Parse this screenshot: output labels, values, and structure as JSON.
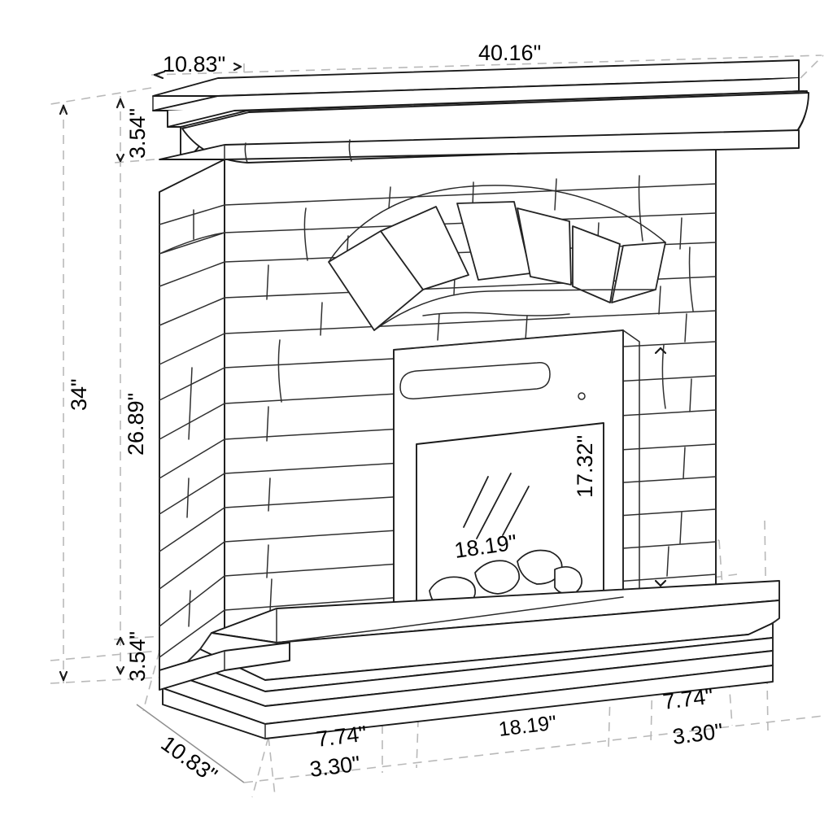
{
  "drawing": {
    "title": "Stone Electric Fireplace Mantel - Dimensioned Isometric Drawing",
    "units": "inches",
    "background_color": "#ffffff",
    "line_color": "#1a1a1a",
    "dimension_line_color": "#b9b9b9",
    "text_color": "#000000"
  },
  "dimensions": {
    "overall_width": "40.16\"",
    "overall_depth_top": "10.83\"",
    "overall_depth_bottom": "10.83\"",
    "overall_height": "34\"",
    "mantel_top_thickness": "3.54\"",
    "body_height": "26.89\"",
    "base_height": "3.54\"",
    "firebox_height": "17.32\"",
    "firebox_width_front": "18.19\"",
    "firebox_width_bottom": "18.19\"",
    "left_leg_width": "7.74\"",
    "left_leg_inner": "3.30\"",
    "right_leg_width": "7.74\"",
    "right_leg_inner": "3.30\""
  },
  "labels": {
    "top_depth": "10.83\"",
    "top_width": "40.16\"",
    "mantel_thickness": "3.54\"",
    "total_height": "34\"",
    "body_height": "26.89\"",
    "base_height": "3.54\"",
    "glass_height": "17.32\"",
    "glass_width": "18.19\"",
    "base_depth": "10.83\"",
    "leg_left": "7.74\"",
    "leg_left_inner": "3.30\"",
    "opening_width": "18.19\"",
    "leg_right": "7.74\"",
    "leg_right_inner": "3.30\""
  },
  "components": {
    "mantel_shelf": "mantel-shelf",
    "crown_molding": "crown-molding",
    "stone_surround": "stone-surround",
    "left_pilaster": "left-pilaster",
    "right_pilaster": "right-pilaster",
    "arch_keystone_band": "arch-keystone-band",
    "firebox_insert": "firebox-insert",
    "vent_slot": "vent-slot",
    "led_indicator": "led-indicator",
    "glass_panel": "glass-panel",
    "ember_bed": "ember-bed",
    "base_plinth": "base-plinth"
  }
}
